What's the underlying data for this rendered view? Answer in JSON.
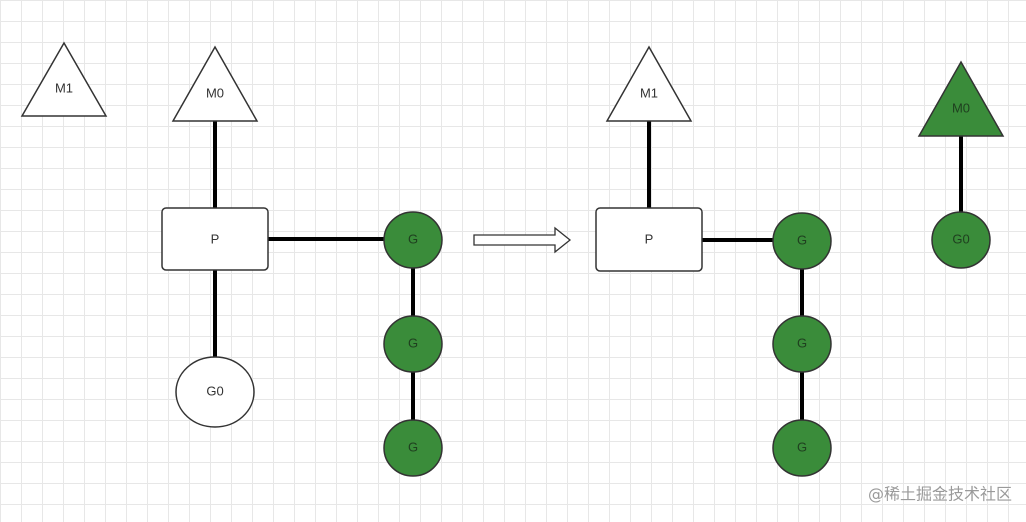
{
  "colors": {
    "node_fill": "#ffffff",
    "active_fill": "#3a8c3a",
    "stroke": "#333333",
    "edge": "#000000"
  },
  "left": {
    "idle_thread": "M1",
    "running_thread": "M0",
    "processor": "P",
    "current_goroutine": "G0",
    "queue": [
      "G",
      "G",
      "G"
    ]
  },
  "right": {
    "bound_thread": "M1",
    "processor": "P",
    "queue": [
      "G",
      "G",
      "G"
    ],
    "detached_thread": "M0",
    "detached_goroutine": "G0"
  },
  "transition_icon": "hollow-arrow-right-icon",
  "watermark": "@稀土掘金技术社区"
}
